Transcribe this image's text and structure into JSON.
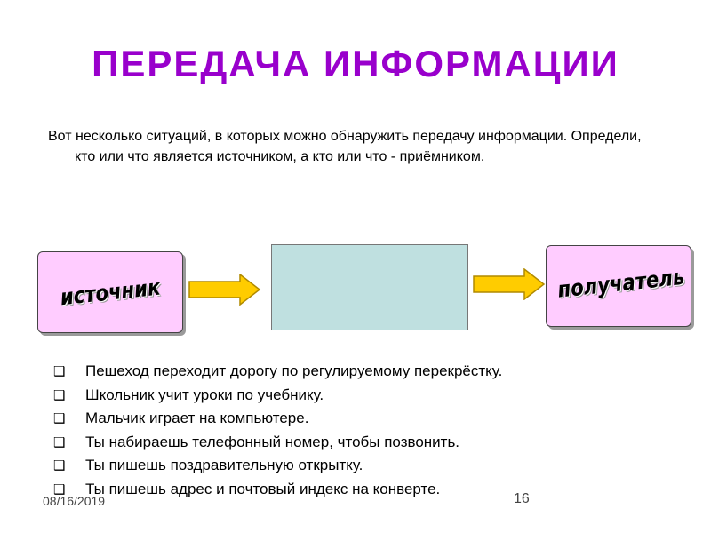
{
  "slide": {
    "title": "ПЕРЕДАЧА ИНФОРМАЦИИ",
    "intro": "Вот несколько ситуаций, в которых можно обнаружить передачу информации. Определи, кто или что является источником, а кто или что - приёмником.",
    "diagram": {
      "source_label": "источник",
      "receiver_label": "получатель",
      "source_color": "#ffccff",
      "receiver_color": "#ffccff",
      "channel_color": "#bfe0e0",
      "arrow_color": "#ffcc00"
    },
    "bullet_glyph": "❑",
    "situations": [
      "Пешеход переходит дорогу по регулируемому перекрёстку.",
      "Школьник учит уроки по учебнику.",
      "Мальчик играет на компьютере.",
      "Ты набираешь телефонный номер, чтобы позвонить.",
      "Ты пишешь поздравительную открытку.",
      "Ты пишешь адрес и почтовый индекс на конверте."
    ],
    "footer": {
      "date": "08/16/2019",
      "page": "16"
    },
    "title_color": "#9900cc"
  }
}
